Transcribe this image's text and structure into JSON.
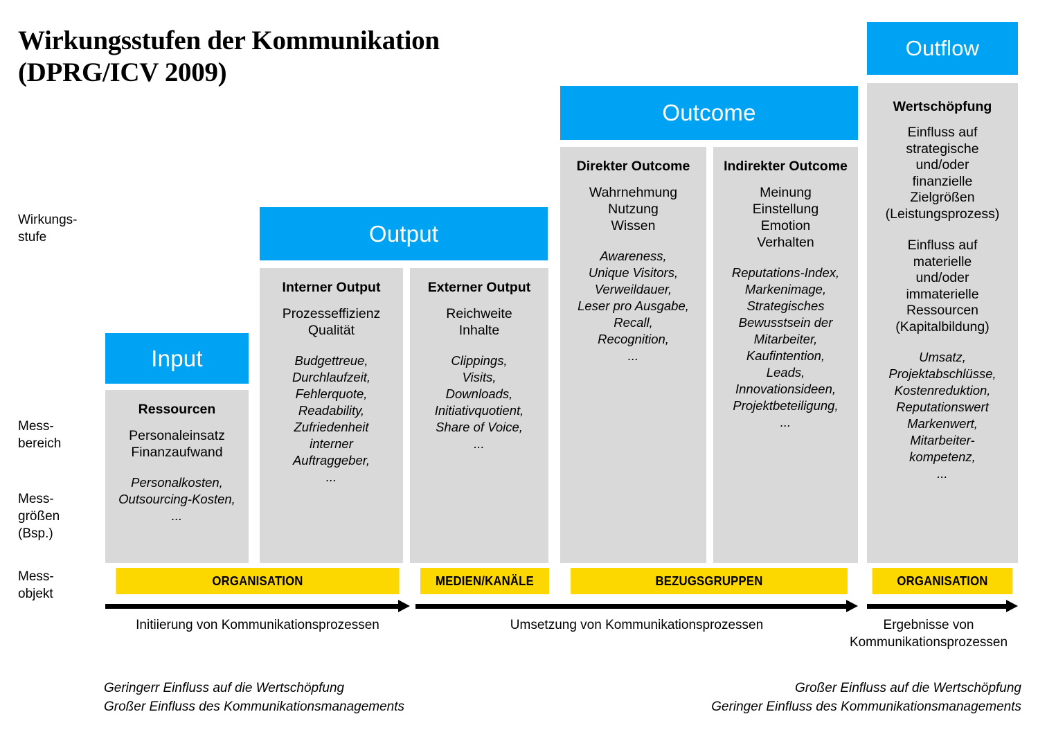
{
  "title": "Wirkungsstufen der Kommunikation\n(DPRG/ICV 2009)",
  "colors": {
    "accent_blue": "#00A2F3",
    "box_gray": "#D9D9D9",
    "bar_yellow": "#FCD800",
    "text_black": "#000000",
    "header_text": "#FFFFFF"
  },
  "axis": {
    "wirkungsstufe": "Wirkungs-\nstufe",
    "messbereich": "Mess-\nbereich",
    "messgroessen": "Mess-\ngrößen\n(Bsp.)",
    "messobjekt": "Mess-\nobjekt"
  },
  "stages": {
    "input": {
      "header": "Input",
      "box": {
        "title": "Ressourcen",
        "plain": "Personaleinsatz\nFinanzaufwand",
        "italic": "Personalkosten,\nOutsourcing-Kosten,\n..."
      }
    },
    "output": {
      "header": "Output",
      "boxes": [
        {
          "title": "Interner Output",
          "plain": "Prozesseffizienz\nQualität",
          "italic": "Budgettreue,\nDurchlaufzeit,\nFehlerquote,\nReadability,\nZufriedenheit\ninterner\nAuftraggeber,\n..."
        },
        {
          "title": "Externer Output",
          "plain": "Reichweite\nInhalte",
          "italic": "Clippings,\nVisits,\nDownloads,\nInitiativquotient,\nShare of Voice,\n..."
        }
      ]
    },
    "outcome": {
      "header": "Outcome",
      "boxes": [
        {
          "title": "Direkter Outcome",
          "plain": "Wahrnehmung\nNutzung\nWissen",
          "italic": "Awareness,\nUnique Visitors,\nVerweildauer,\nLeser pro Ausgabe,\nRecall,\nRecognition,\n..."
        },
        {
          "title": "Indirekter\nOutcome",
          "plain": "Meinung\nEinstellung\nEmotion\nVerhalten",
          "italic": "Reputations-Index,\nMarkenimage,\nStrategisches\nBewusstsein der\nMitarbeiter,\nKaufintention,\nLeads,\nInnovationsideen,\nProjektbeteiligung,\n..."
        }
      ]
    },
    "outflow": {
      "header": "Outflow",
      "box": {
        "title": "Wertschöpfung",
        "plain": "Einfluss auf\nstrategische\nund/oder\nfinanzielle\nZielgrößen\n(Leistungsprozess)",
        "plain2": "Einfluss auf\nmaterielle\nund/oder\nimmaterielle\nRessourcen\n(Kapitalbildung)",
        "italic": "Umsatz,\nProjektabschlüsse,\nKostenreduktion,\nReputationswert\nMarkenwert,\nMitarbeiter-\nkompetenz,\n..."
      }
    }
  },
  "measure_objects": [
    {
      "label": "ORGANISATION"
    },
    {
      "label": "MEDIEN/KANÄLE"
    },
    {
      "label": "BEZUGSGRUPPEN"
    },
    {
      "label": "ORGANISATION"
    }
  ],
  "flow_captions": [
    "Initiierung von Kommunikationsprozessen",
    "Umsetzung von Kommunikationsprozessen",
    "Ergebnisse von\nKommunikationsprozessen"
  ],
  "footnotes": {
    "left": "Geringerr Einfluss auf die Wertschöpfung\nGroßer Einfluss des Kommunikationsmanagements",
    "right": "Großer Einfluss auf die Wertschöpfung\nGeringer Einfluss des Kommunikationsmanagements"
  }
}
